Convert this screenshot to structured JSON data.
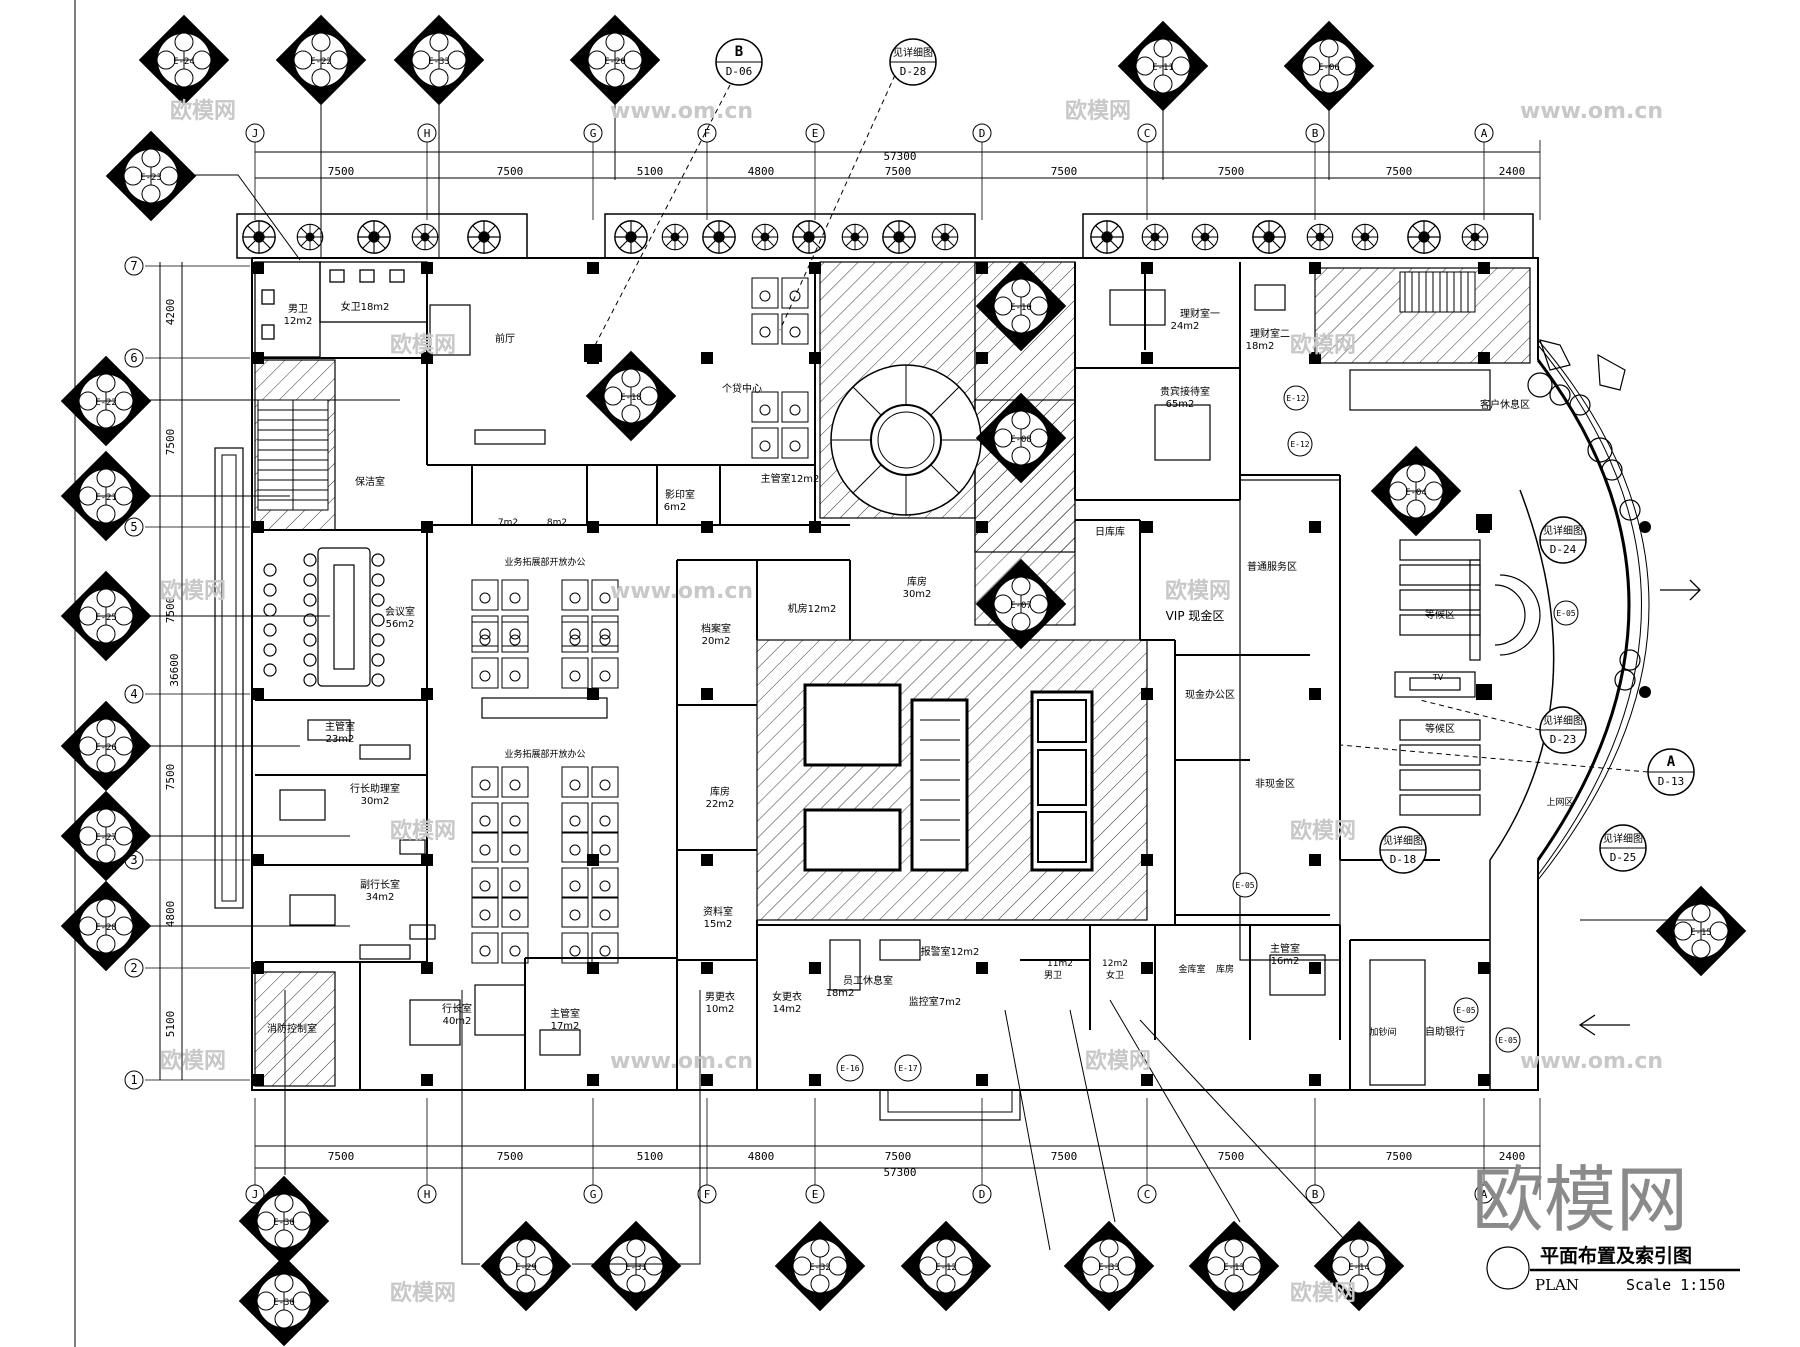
{
  "title": {
    "cn": "平面布置及索引图",
    "en": "PLAN",
    "scale": "Scale 1:150"
  },
  "watermark": {
    "logo": "欧模网",
    "small": "欧模网",
    "url": "www.om.cn"
  },
  "dims": {
    "total": "57300",
    "top": [
      "7500",
      "7500",
      "5100",
      "4800",
      "7500",
      "7500",
      "7500",
      "7500",
      "2400"
    ],
    "bottom": [
      "7500",
      "7500",
      "5100",
      "4800",
      "7500",
      "7500",
      "7500",
      "7500",
      "2400"
    ],
    "left_total": "36600",
    "left": [
      "4200",
      "7500",
      "7500",
      "7500",
      "4800",
      "5100"
    ]
  },
  "axes": {
    "columns": [
      "J",
      "H",
      "G",
      "F",
      "E",
      "D",
      "C",
      "B",
      "A"
    ],
    "rows": [
      "7",
      "6",
      "5",
      "4",
      "3",
      "2",
      "1"
    ]
  },
  "callouts": {
    "b06": {
      "letter": "B",
      "ref": "D-06"
    },
    "d28": {
      "label": "见详细图",
      "ref": "D-28"
    },
    "d24": {
      "label": "见详细图",
      "ref": "D-24"
    },
    "d23": {
      "label": "见详细图",
      "ref": "D-23"
    },
    "d18": {
      "label": "见详细图",
      "ref": "D-18"
    },
    "d25": {
      "label": "见详细图",
      "ref": "D-25"
    },
    "a13": {
      "letter": "A",
      "ref": "D-13"
    }
  },
  "index_markers": {
    "top": [
      "E-24",
      "E-22",
      "E-33",
      "E-20",
      "E-11",
      "E-06"
    ],
    "left": [
      "E-23",
      "E-22",
      "E-21",
      "E-25",
      "E-26",
      "E-27",
      "E-28"
    ],
    "bottom": [
      "E-29",
      "E-31",
      "E-32",
      "E-12",
      "E-33",
      "E-13",
      "E-14"
    ],
    "bottom_left": [
      "E-30",
      "E-30"
    ],
    "right": [
      "E-15"
    ],
    "inner": [
      "E-10",
      "E-18",
      "E-08",
      "E-04",
      "E-07"
    ]
  },
  "small_refs": [
    "E-12",
    "E-12",
    "E-05",
    "E-05",
    "E-05",
    "E-05",
    "E-16",
    "E-17"
  ],
  "rooms": {
    "male_wc": "男卫",
    "male_wc_area": "12m2",
    "female_wc": "女卫18m2",
    "hall": "前厅",
    "personal_loan": "个贷中心",
    "manager_office_1": "主管室12m2",
    "print_room": "影印室",
    "print_area": "6m2",
    "meeting_small_1": "7m2",
    "meeting_small_2": "8m2",
    "cleaning": "保洁室",
    "open_office_1": "业务拓展部开放办公",
    "open_office_2": "业务拓展部开放办公",
    "machine_room": "机房12m2",
    "warehouse": "库房",
    "warehouse_area": "30m2",
    "conference": "会议室",
    "conference_area": "56m2",
    "archive": "档案室",
    "archive_area": "20m2",
    "supervisor_1": "主管室",
    "supervisor_1_area": "23m2",
    "president_assist": "行长助理室",
    "president_assist_area": "30m2",
    "storage_2": "库房",
    "storage_2_area": "22m2",
    "vice_president": "副行长室",
    "vice_president_area": "34m2",
    "data_room": "资料室",
    "data_room_area": "15m2",
    "fire_control": "消防控制室",
    "president": "行长室",
    "president_area": "40m2",
    "supervisor_2": "主管室",
    "supervisor_2_area": "17m2",
    "male_locker": "男更衣",
    "male_locker_area": "10m2",
    "female_locker": "女更衣",
    "female_locker_area": "14m2",
    "staff_lounge": "员工休息室",
    "staff_lounge_area": "18m2",
    "monitor": "监控室7m2",
    "alarm": "报警室12m2",
    "male_wc_2": "男卫",
    "male_wc_2_area": "11m2",
    "female_wc_2": "女卫",
    "female_wc_2_area": "12m2",
    "cashbox": "金库室",
    "treasury": "库房",
    "finance_1": "理财室一",
    "finance_1_area": "24m2",
    "finance_2": "理财室二",
    "finance_2_area": "18m2",
    "vip_reception": "贵宾接待室",
    "vip_reception_area": "65m2",
    "night_vault": "日库库",
    "general_service": "普通服务区",
    "vip_cash": "VIP 现金区",
    "cash_office": "现金办公区",
    "noncash": "非现金区",
    "supervisor_3": "主管室",
    "supervisor_3_area": "16m2",
    "customer_rest": "客户休息区",
    "waiting_1": "等候区",
    "waiting_2": "等候区",
    "tv": "TV",
    "selfservice": "自助银行",
    "atm": "加钞间",
    "internet": "上网区"
  }
}
